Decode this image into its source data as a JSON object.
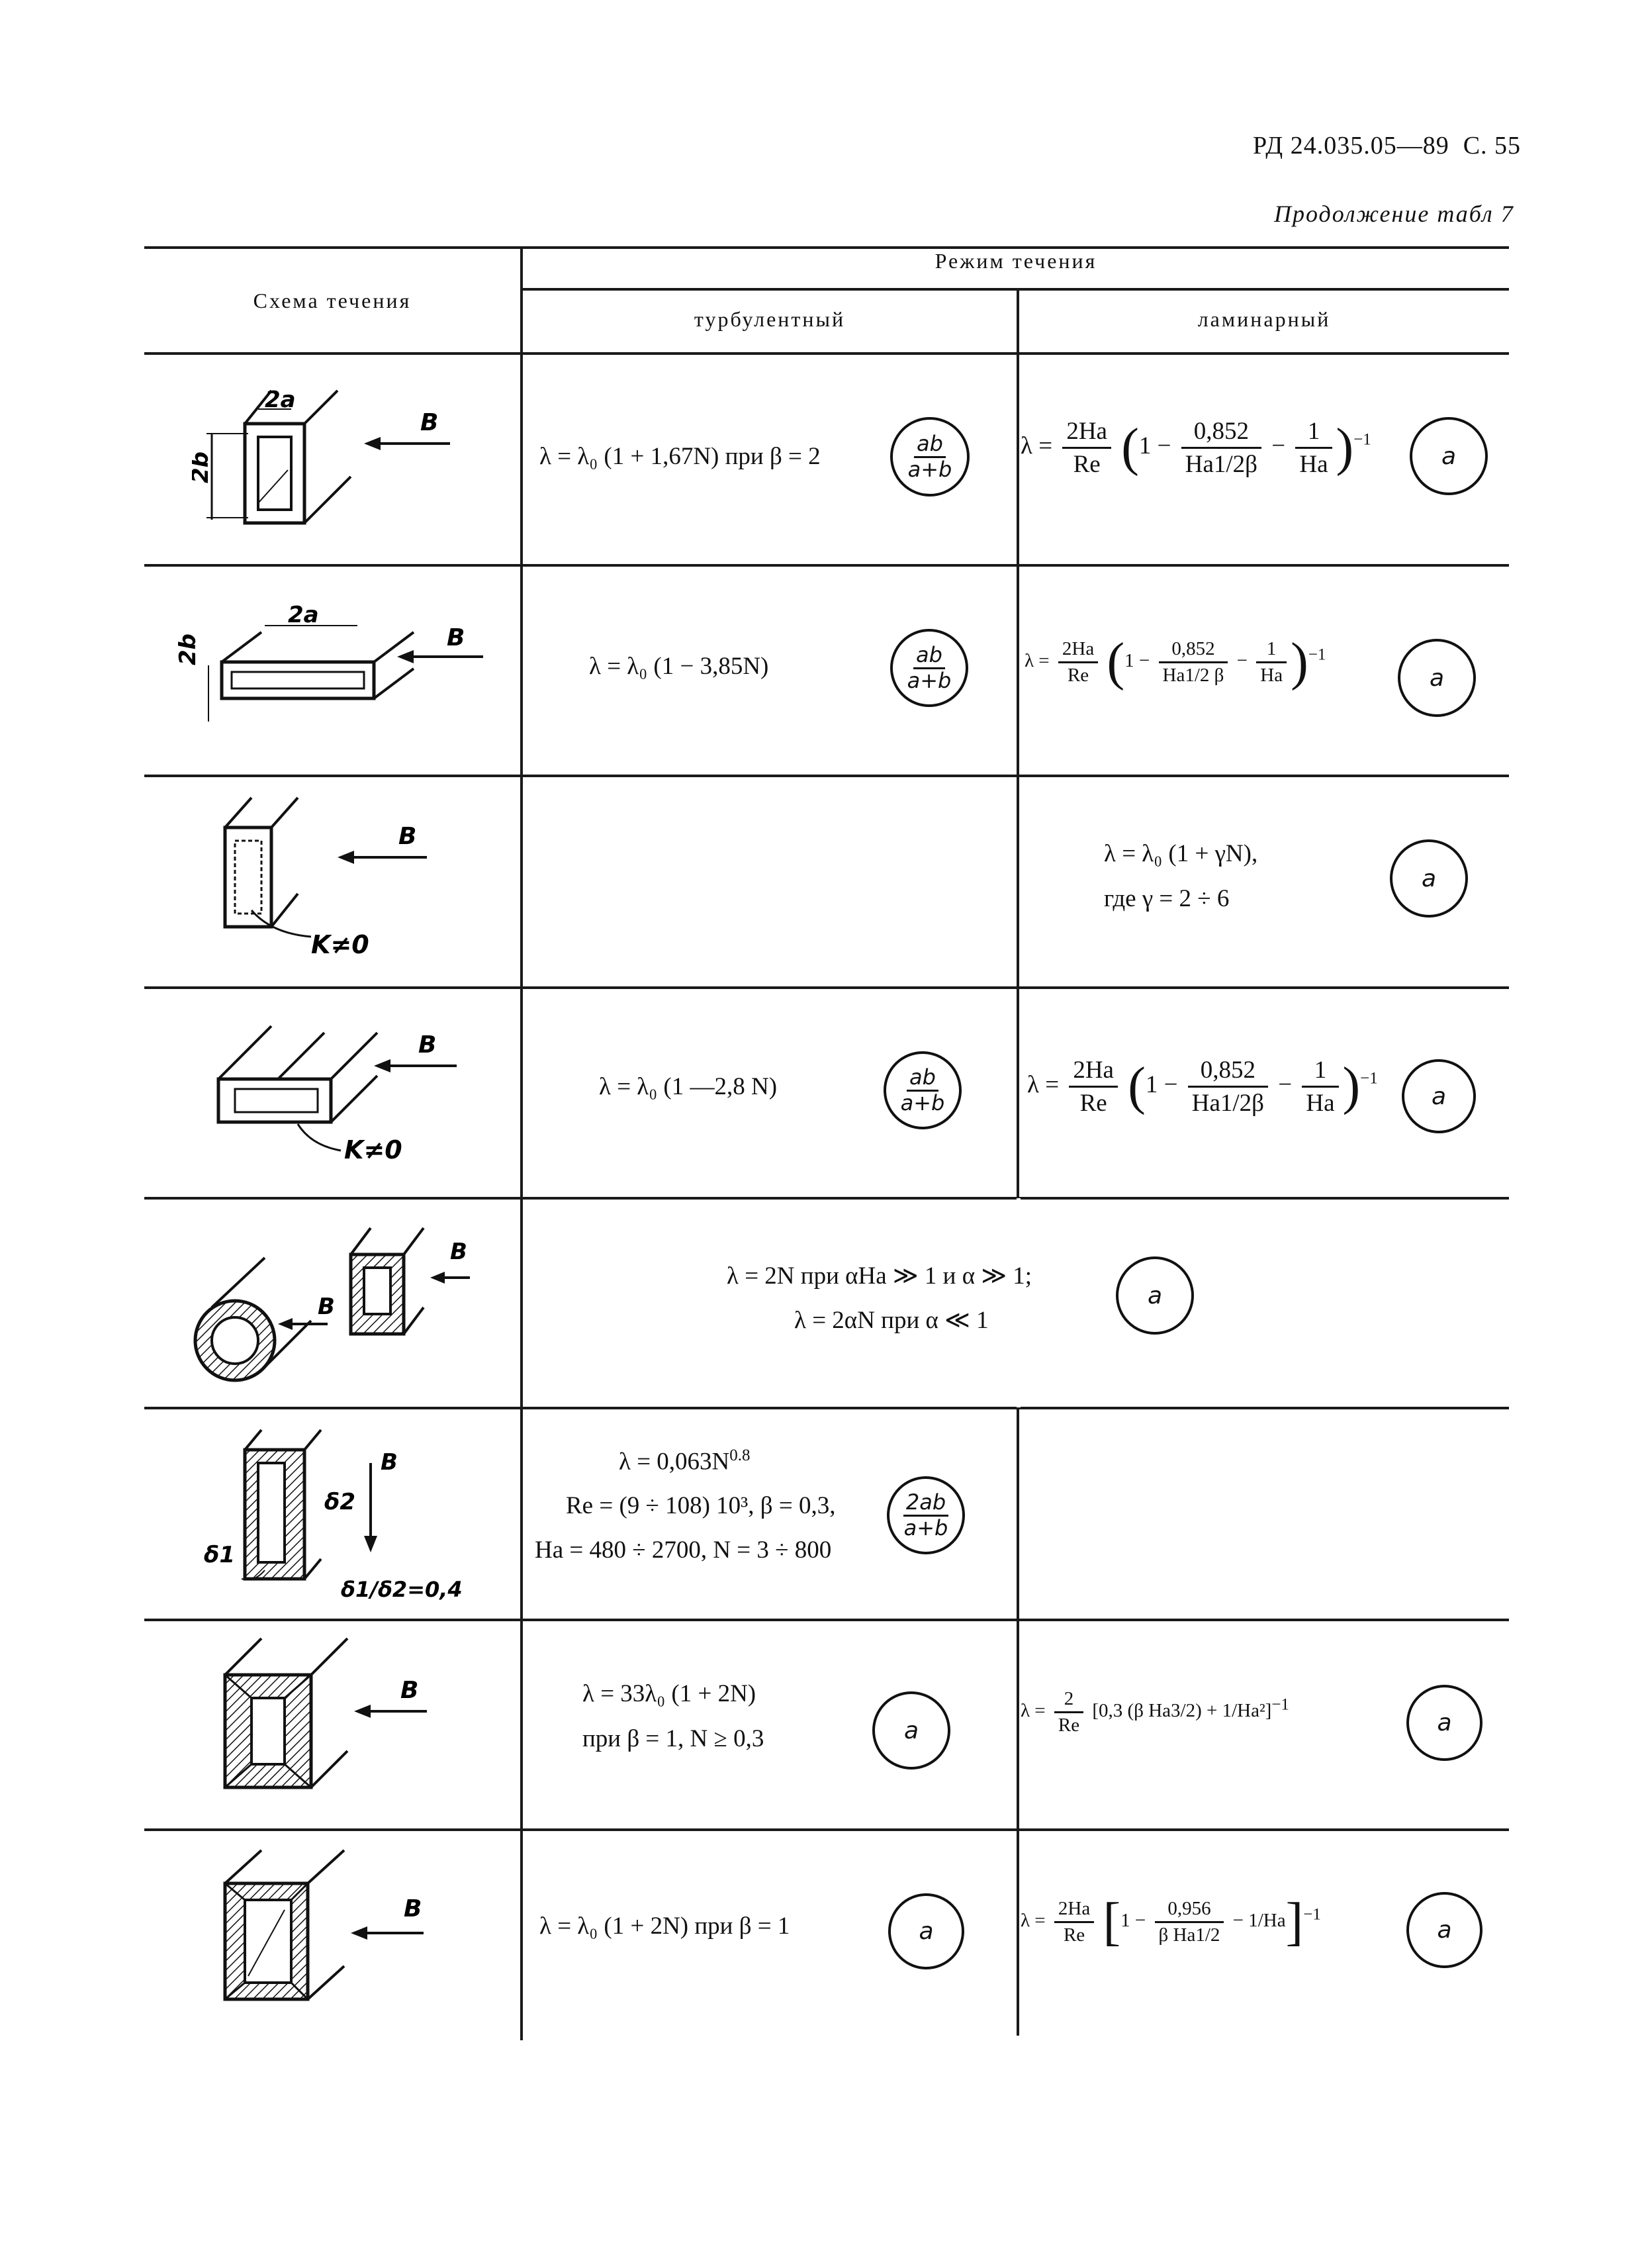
{
  "header": {
    "doc_ref": "РД 24.035.05—89",
    "page": "С. 55"
  },
  "caption": "Продолжение табл 7",
  "table": {
    "col_scheme": "Схема течения",
    "col_mode": "Режим течения",
    "col_turbulent": "турбулентный",
    "col_laminar": "ламинарный"
  },
  "labels": {
    "B": "B",
    "two_a": "2a",
    "two_b": "2b",
    "k_ne_0": "K≠0",
    "delta1": "δ1",
    "delta2": "δ2",
    "delta_ratio": "δ1/δ2=0,4"
  },
  "rows": [
    {
      "turbulent": "λ = λ₀ (1 + 1,67N)  при  β = 2",
      "turbulent_badge": {
        "num": "ab",
        "den": "a+b"
      },
      "laminar": {
        "lead": "λ =",
        "frac_num": "2Ha",
        "frac_den": "Re",
        "one": "1 −",
        "f2_num": "0,852",
        "f2_den": "Ha1/2β",
        "minus": "−",
        "f3_num": "1",
        "f3_den": "Ha",
        "exp": "−1"
      },
      "laminar_badge": "a"
    },
    {
      "turbulent": "λ = λ₀ (1 − 3,85N)",
      "turbulent_badge": {
        "num": "ab",
        "den": "a+b"
      },
      "laminar": {
        "lead": "λ =",
        "frac_num": "2Ha",
        "frac_den": "Re",
        "one": "1 −",
        "f2_num": "0,852",
        "f2_den": "Ha1/2 β",
        "minus": "−",
        "f3_num": "1",
        "f3_den": "Ha",
        "exp": "−1"
      },
      "laminar_badge": "a"
    },
    {
      "laminar_line1": "λ = λ₀ (1 + γN),",
      "laminar_line2": "где  γ = 2 ÷ 6",
      "laminar_badge": "a"
    },
    {
      "turbulent": "λ = λ₀ (1 —2,8 N)",
      "turbulent_badge": {
        "num": "ab",
        "den": "a+b"
      },
      "laminar": {
        "lead": "λ =",
        "frac_num": "2Ha",
        "frac_den": "Re",
        "one": "1 −",
        "f2_num": "0,852",
        "f2_den": "Ha1/2β",
        "minus": "−",
        "f3_num": "1",
        "f3_den": "Ha",
        "exp": "−1"
      },
      "laminar_badge": "a"
    },
    {
      "span_line1": "λ = 2N  при  αHa ≫ 1  и  α ≫ 1;",
      "span_line2": "λ = 2αN  при  α ≪ 1",
      "span_badge": "a"
    },
    {
      "turb_line1": "λ = 0,063N",
      "turb_line1_exp": "0.8",
      "turb_line2": "Re = (9 ÷ 108) 10³,  β = 0,3,",
      "turb_line3": "Ha = 480 ÷ 2700,  N = 3 ÷ 800",
      "turbulent_badge": {
        "num": "2ab",
        "den": "a+b"
      }
    },
    {
      "turb_line1": "λ = 33λ₀ (1 + 2N)",
      "turb_line2": "при  β = 1,  N ≥ 0,3",
      "turbulent_badge_simple": "a",
      "laminar": {
        "lead": "λ =",
        "frac_num": "2",
        "frac_den": "Re",
        "body": "[0,3 (β Ha3/2) + 1/Ha²]",
        "exp": "−1"
      },
      "laminar_badge": "a"
    },
    {
      "turbulent": "λ = λ₀  (1 + 2N)  при  β = 1",
      "turbulent_badge_simple": "a",
      "laminar": {
        "lead": "λ =",
        "frac_num": "2Ha",
        "frac_den": "Re",
        "one": "1 −",
        "f2_num": "0,956",
        "f2_den": "β Ha1/2",
        "minus": "− 1/Ha",
        "exp": "−1"
      },
      "laminar_badge": "a"
    }
  ]
}
